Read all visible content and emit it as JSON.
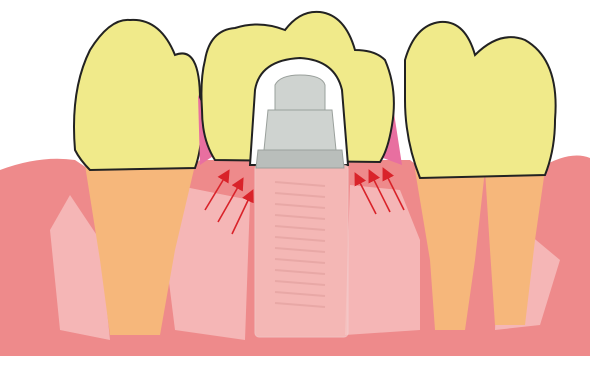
{
  "figure": {
    "subject": "dental-implant-between-teeth",
    "colors": {
      "gum": "#ee8a8b",
      "gum_light": "#f2a2a2",
      "bone_shadow": "#f6bdbd",
      "crown": "#f0ea8a",
      "root": "#f6b77b",
      "papilla": "#e86fa0",
      "abutment": "#cfd3d0",
      "implant_body": "#f6c6c4",
      "arrow": "#d9232a",
      "outline": "#222222"
    },
    "arrow_groups": [
      {
        "side": "left",
        "count": 3
      },
      {
        "side": "right",
        "count": 3
      }
    ]
  }
}
